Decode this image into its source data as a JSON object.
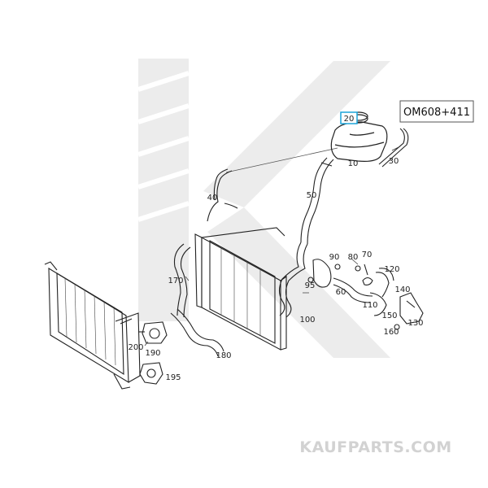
{
  "model_code": "OM608+411",
  "highlight_label": "20",
  "watermark": "KAUFPARTS.COM",
  "part_labels": {
    "p10": "10",
    "p30": "30",
    "p40": "40",
    "p50": "50",
    "p60": "60",
    "p70": "70",
    "p80": "80",
    "p90": "90",
    "p95": "95",
    "p100": "100",
    "p110": "110",
    "p120": "120",
    "p130": "130",
    "p140": "140",
    "p150": "150",
    "p160": "160",
    "p170": "170",
    "p180": "180",
    "p190": "190",
    "p195": "195",
    "p200": "200"
  },
  "colors": {
    "highlight": "#1aa3d9",
    "line": "#222222",
    "watermark": "#d2d2d2"
  }
}
